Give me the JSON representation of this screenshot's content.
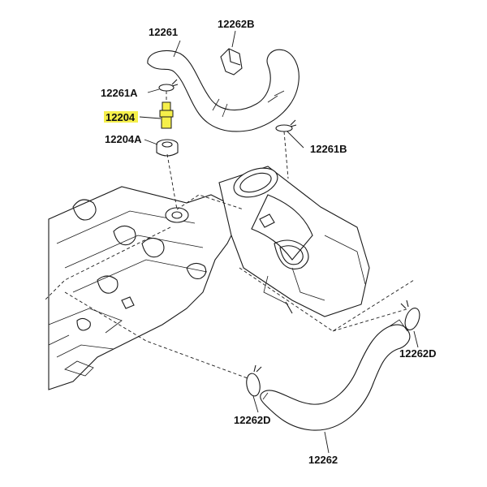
{
  "callouts": [
    {
      "id": "hose-12261",
      "text": "12261"
    },
    {
      "id": "bracket-12262b",
      "text": "12262B"
    },
    {
      "id": "clamp-12261a",
      "text": "12261A"
    },
    {
      "id": "valve-12204",
      "text": "12204",
      "highlighted": true
    },
    {
      "id": "grommet-12204a",
      "text": "12204A"
    },
    {
      "id": "clamp-12261b",
      "text": "12261B"
    },
    {
      "id": "clamp-12262d-right",
      "text": "12262D"
    },
    {
      "id": "clamp-12262d-lower",
      "text": "12262D"
    },
    {
      "id": "hose-12262",
      "text": "12262"
    }
  ],
  "colors": {
    "highlight": "#f5ef4a",
    "line": "#1a1a1a",
    "background": "#ffffff"
  }
}
